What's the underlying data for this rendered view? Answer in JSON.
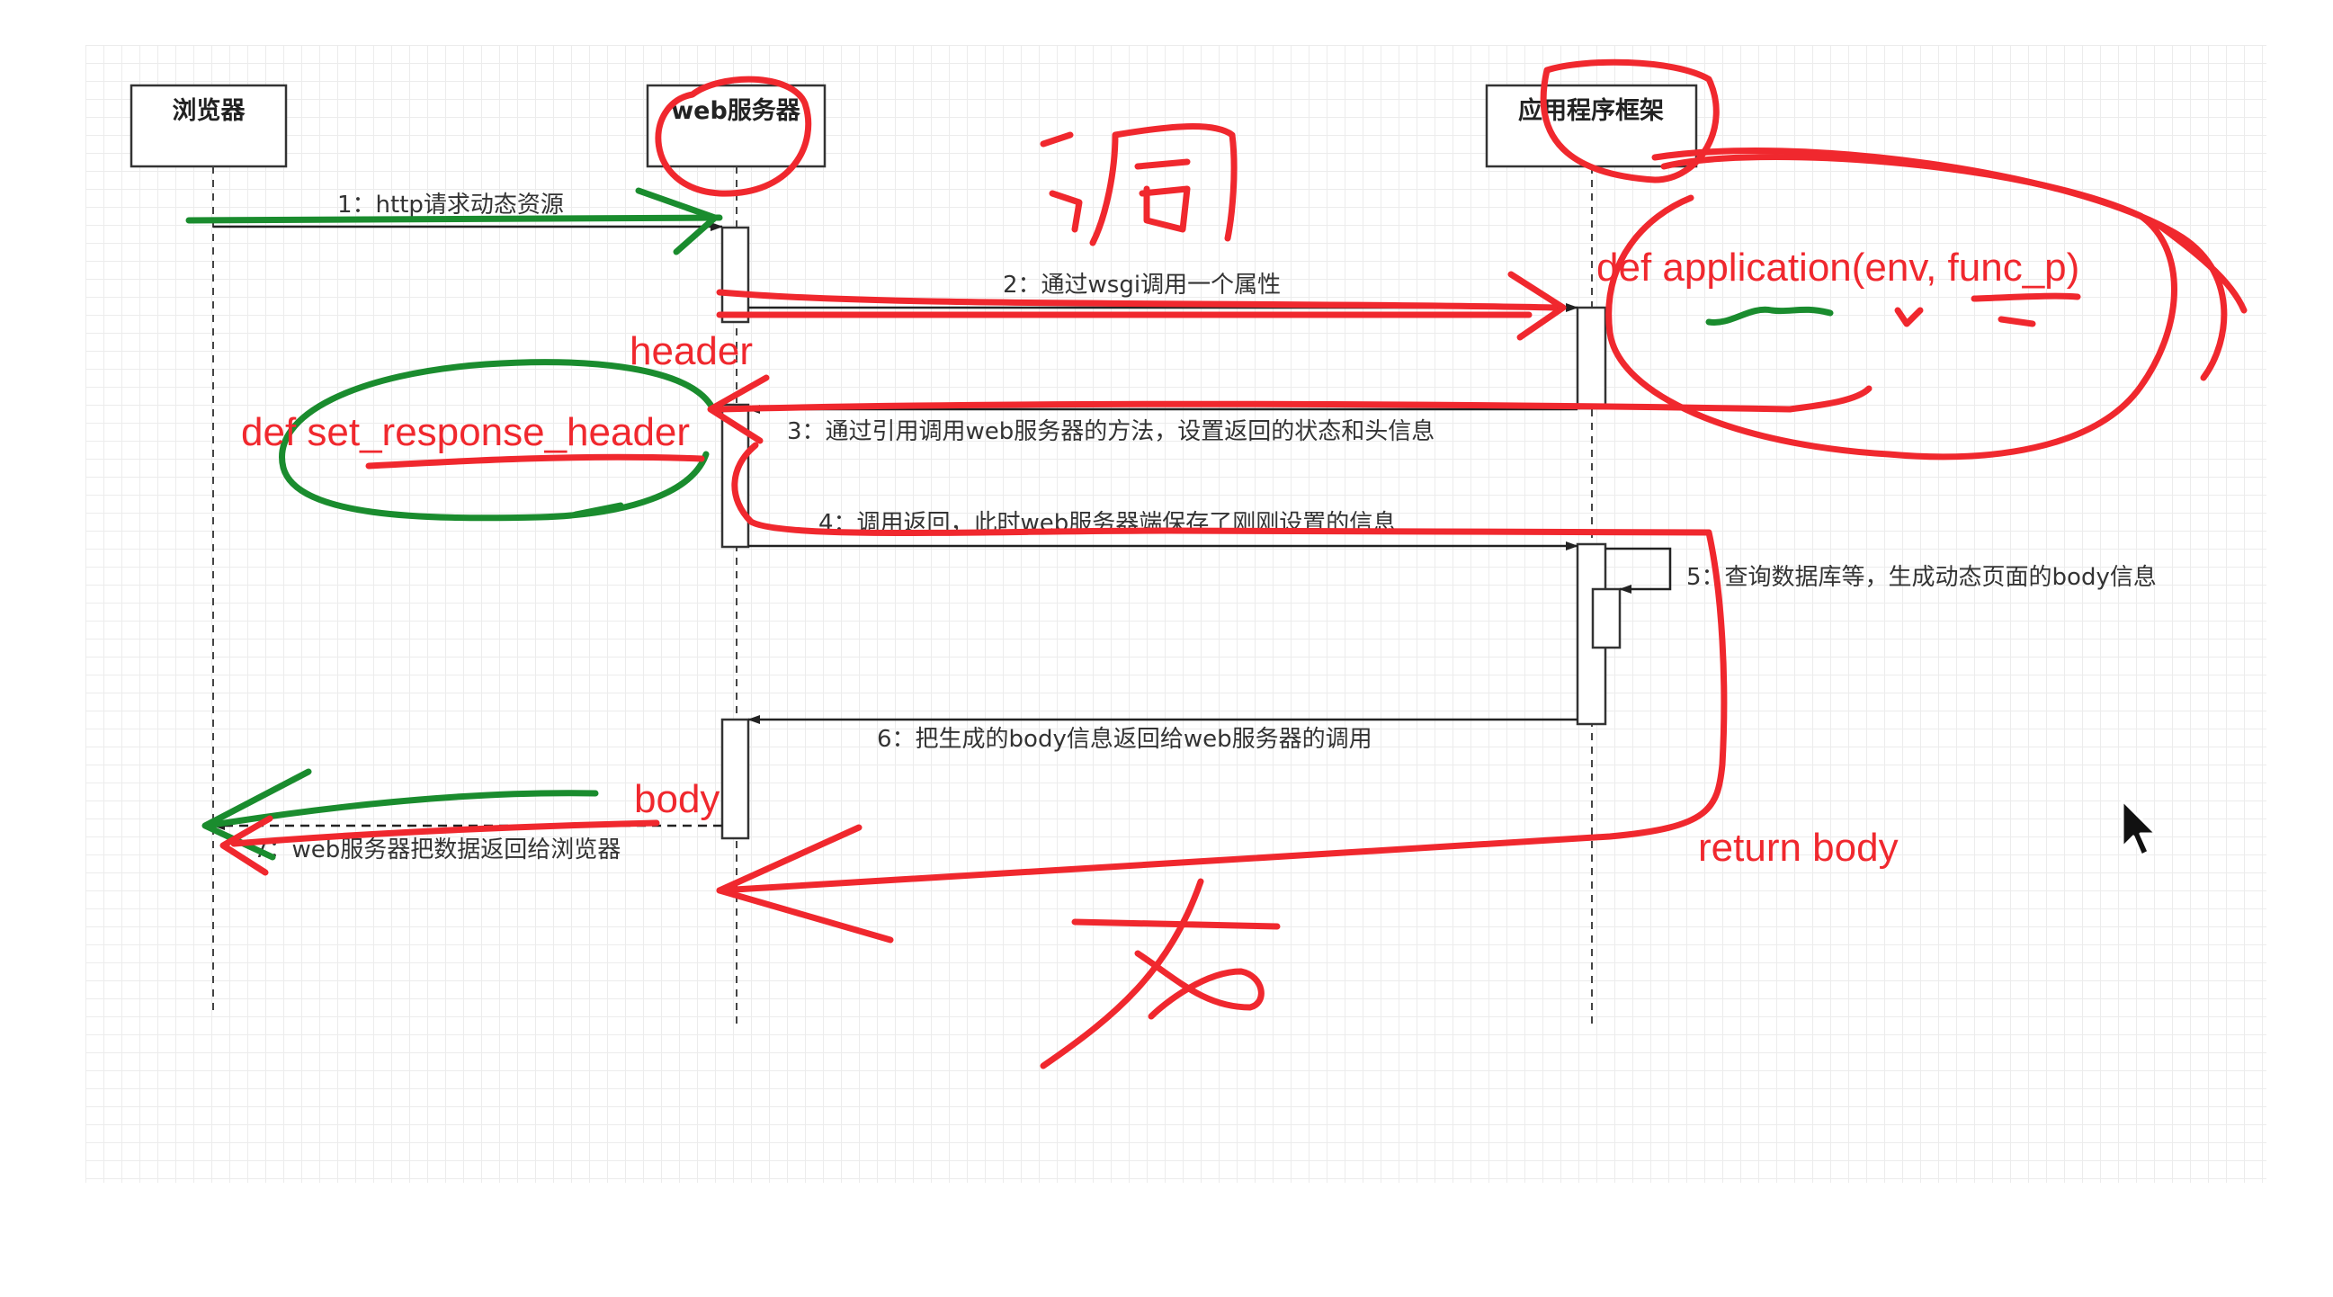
{
  "participants": {
    "browser": "浏览器",
    "web_server": "web服务器",
    "app_framework": "应用程序框架"
  },
  "messages": {
    "m1": "1：http请求动态资源",
    "m2": "2：通过wsgi调用一个属性",
    "m3": "3：通过引用调用web服务器的方法，设置返回的状态和头信息",
    "m4": "4：调用返回，此时web服务器端保存了刚刚设置的信息",
    "m5": "5：查询数据库等，生成动态页面的body信息",
    "m6": "6：把生成的body信息返回给web服务器的调用",
    "m7": "7：web服务器把数据返回给浏览器"
  },
  "annotations": {
    "def_application": "def application(env, func_p)",
    "header": "header",
    "def_set_response_header": "def set_response_header",
    "body": "body",
    "return_body": "return body"
  },
  "colors": {
    "annotation_red": "#f0282e",
    "annotation_green": "#1a8c2e",
    "diagram_line": "#333333"
  }
}
